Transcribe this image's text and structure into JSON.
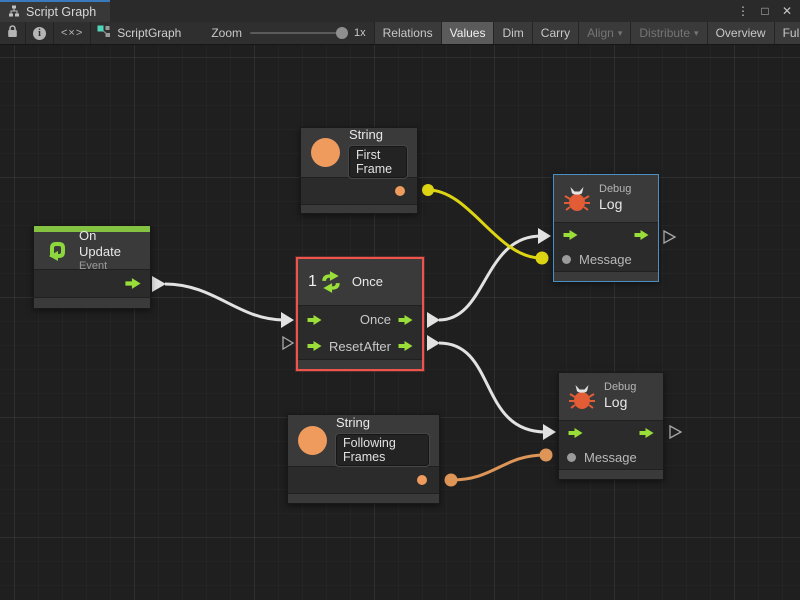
{
  "window": {
    "tab_title": "Script Graph",
    "controls": {
      "more": "⋮",
      "maximize": "□",
      "close": "✕"
    }
  },
  "toolbar": {
    "code_glyph": "<×>",
    "breadcrumb": "ScriptGraph",
    "zoom_label": "Zoom",
    "zoom_value": "1x",
    "relations": "Relations",
    "values": "Values",
    "dim": "Dim",
    "carry": "Carry",
    "align": "Align",
    "distribute": "Distribute",
    "overview": "Overview",
    "full_screen": "Full Screen",
    "caret": "▾"
  },
  "graph": {
    "string_top": {
      "title": "String",
      "value": "First Frame"
    },
    "on_update": {
      "title": "On Update",
      "subtitle": "Event"
    },
    "once": {
      "number": "1",
      "title": "Once",
      "out_once": "Once",
      "in_reset": "Reset",
      "out_after": "After"
    },
    "debug_top": {
      "kicker": "Debug",
      "title": "Log",
      "message": "Message"
    },
    "debug_bottom": {
      "kicker": "Debug",
      "title": "Log",
      "message": "Message"
    },
    "string_bottom": {
      "title": "String",
      "value": "Following Frames"
    }
  },
  "colors": {
    "accent_green": "#9ade3a",
    "header_green": "#84c341",
    "port_orange": "#ef9b5d",
    "bug_orange": "#e25c36",
    "wire_yellow": "#ddd414",
    "wire_orange": "#dd9558",
    "wire_white": "#e2e2e2",
    "selection_red": "#ed544b",
    "selection_blue": "#4a8fc4"
  }
}
